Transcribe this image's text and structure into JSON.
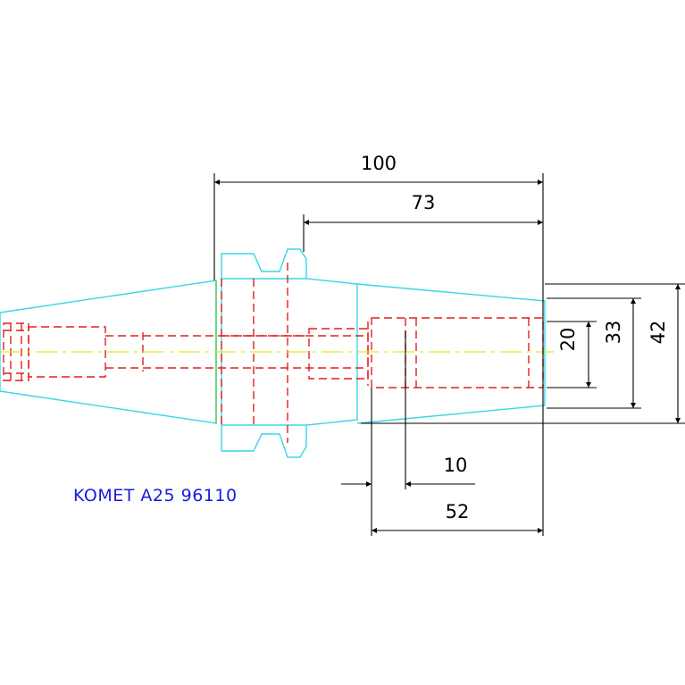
{
  "label": "KOMET A25 96110",
  "dimensions": {
    "overall_length": "100",
    "body_length": "73",
    "bore_length": "52",
    "bore_offset": "10",
    "bore_diameter": "20",
    "body_diameter": "33",
    "flange_diameter": "42"
  },
  "colors": {
    "outline": "#3ad6e6",
    "hidden": "#e41e1e",
    "centerline": "#e6e61e",
    "dimension": "#000000",
    "label": "#1a1ae0"
  }
}
